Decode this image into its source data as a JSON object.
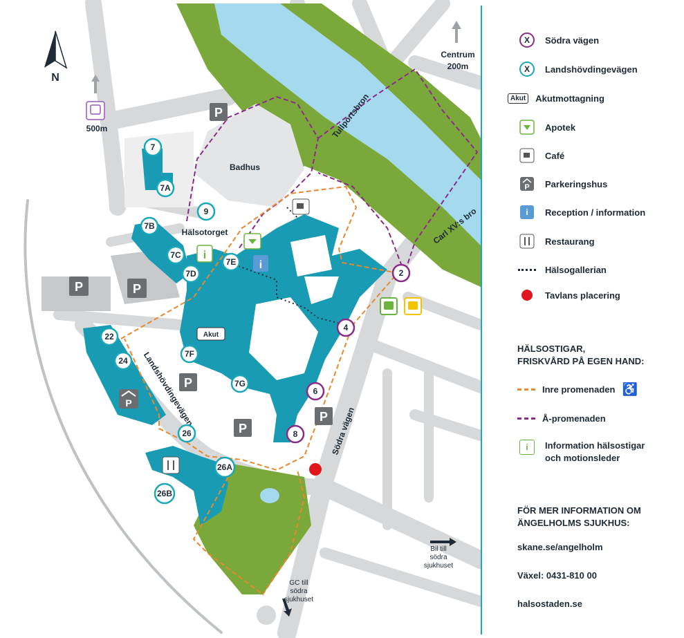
{
  "map_labels": {
    "north": "N",
    "train_distance": "500m",
    "centrum_line1": "Centrum",
    "centrum_line2": "200m",
    "badhus": "Badhus",
    "halsotorget": "Hälsotorget",
    "tullportsbron": "Tullportsbron",
    "carl_bro": "Carl XV:s bro",
    "landshovdingevagen": "Landshövdingevägen",
    "sodra_vagen": "Södra vägen",
    "akut": "Akut",
    "bil_line1": "Bil till",
    "bil_line2": "södra",
    "bil_line3": "sjukhuset",
    "gc_line1": "GC till",
    "gc_line2": "södra",
    "gc_line3": "sjukhuset"
  },
  "entrances_landshovding": [
    {
      "label": "7"
    },
    {
      "label": "7A"
    },
    {
      "label": "9"
    },
    {
      "label": "7B"
    },
    {
      "label": "7C"
    },
    {
      "label": "7D"
    },
    {
      "label": "7E"
    },
    {
      "label": "22"
    },
    {
      "label": "24"
    },
    {
      "label": "7F"
    },
    {
      "label": "7G"
    },
    {
      "label": "26"
    },
    {
      "label": "26A"
    },
    {
      "label": "26B"
    }
  ],
  "entrances_sodra": [
    {
      "label": "2"
    },
    {
      "label": "4"
    },
    {
      "label": "6"
    },
    {
      "label": "8"
    }
  ],
  "parking_label": "P",
  "legend": {
    "items": [
      {
        "symbol": "X",
        "label": "Södra vägen"
      },
      {
        "symbol": "X",
        "label": "Landshövdingevägen"
      },
      {
        "symbol": "Akut",
        "label": "Akutmottagning"
      },
      {
        "symbol": "apotek-icon",
        "label": "Apotek"
      },
      {
        "symbol": "cafe-icon",
        "label": "Café"
      },
      {
        "symbol": "parkeringshus-icon",
        "label": "Parkeringshus"
      },
      {
        "symbol": "i",
        "label": "Reception / information"
      },
      {
        "symbol": "restaurang-icon",
        "label": "Restaurang"
      },
      {
        "symbol": "dotted-line",
        "label": "Hälsogallerian"
      },
      {
        "symbol": "red-dot",
        "label": "Tavlans placering"
      }
    ],
    "halsostigar_line1": "HÄLSOSTIGAR,",
    "halsostigar_line2": "FRISKVÅRD PÅ EGEN HAND:",
    "paths": [
      {
        "label": "Inre promenaden"
      },
      {
        "label": "Å-promenaden"
      }
    ],
    "info_line1": "Information hälsostigar",
    "info_line2": "och motionsleder",
    "more_info_line1": "FÖR MER INFORMATION OM",
    "more_info_line2": "ÄNGELHOLMS SJUKHUS:",
    "link1": "skane.se/angelholm",
    "phone": "Växel: 0431-810 00",
    "link2": "halsostaden.se"
  },
  "colors": {
    "building": "#1a9bb4",
    "river": "#a4d9ee",
    "park": "#7aa83b",
    "road": "#d6d8da",
    "sodra_purple": "#8a2c87",
    "landshovding_teal": "#1aa7b8",
    "inre_orange": "#e8892e",
    "a_promenad_purple": "#8a2c87",
    "tavla_red": "#e0161f",
    "parking_gray": "#6b6e70",
    "info_green": "#6ab33e",
    "reception_blue": "#5b9bd5",
    "bus_green": "#6ab33e",
    "bus_yellow": "#f2c500"
  }
}
